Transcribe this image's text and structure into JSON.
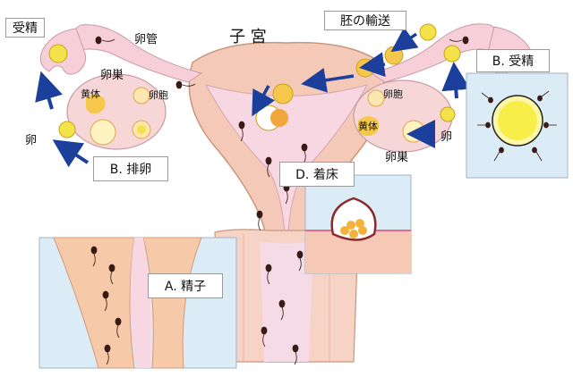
{
  "labels": {
    "uterus": "子 宮",
    "oviduct": "卵管",
    "ovary_left": "卵巣",
    "ovary_right": "卵巣",
    "corpus_luteum_left": "黄体",
    "corpus_luteum_right": "黄体",
    "follicle_left": "卵胞",
    "follicle_right": "卵胞",
    "egg_left": "卵",
    "egg_right": "卵",
    "fertilization_top": "受精",
    "embryo_transport": "胚の輸送"
  },
  "callouts": {
    "A": "A. 精子",
    "B_ovulation": "B. 排卵",
    "B_fertilization": "B. 受精",
    "D": "D. 着床"
  },
  "colors": {
    "uterus_fill": "#f4c9b8",
    "uterus_inner": "#f7d8e2",
    "muscle": "#f0b99a",
    "ovary": "#f6d6d6",
    "egg": "#f3e24a",
    "panel_bg": "#dcecf6",
    "arrow": "#1c3f9c",
    "sperm": "#3a1a14"
  }
}
